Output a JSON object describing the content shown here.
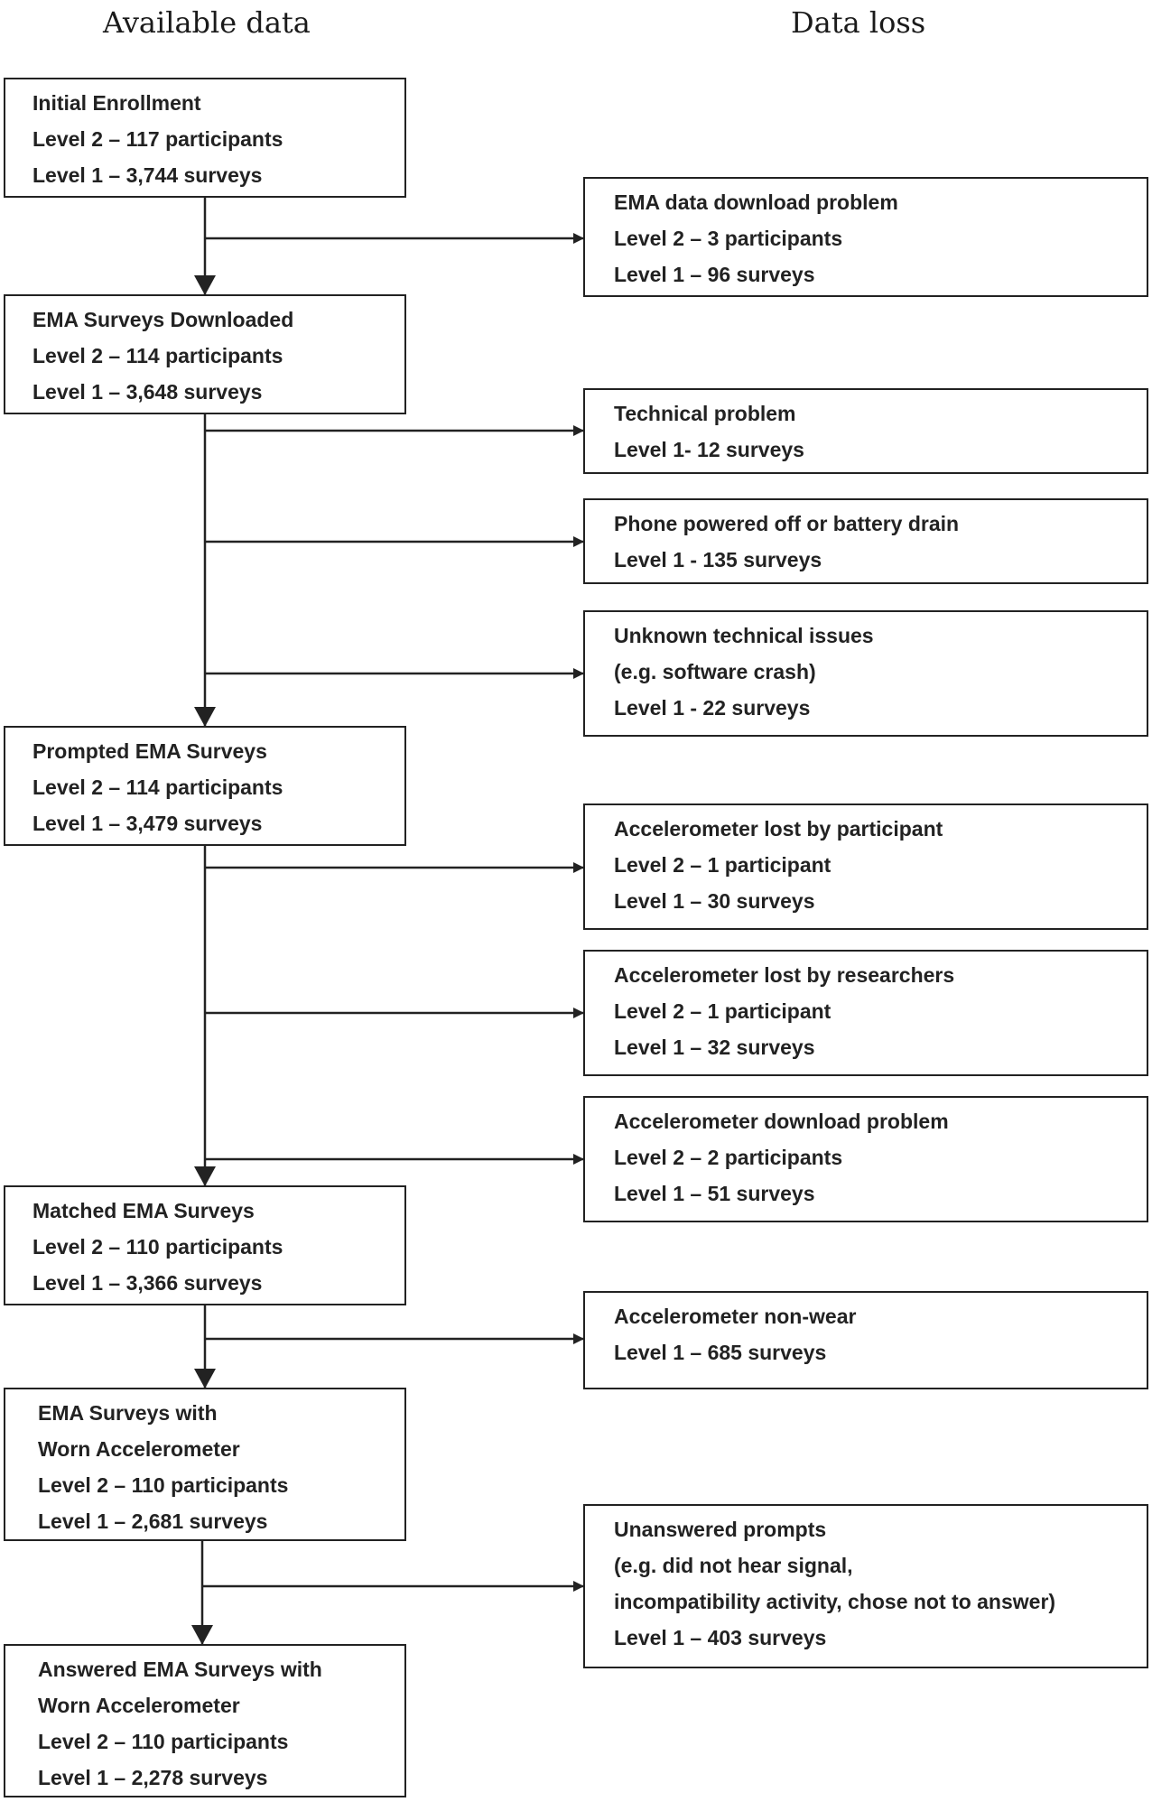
{
  "headers": {
    "available": "Available data",
    "loss": "Data loss"
  },
  "available_boxes": [
    {
      "lines": [
        "Initial Enrollment",
        "Level 2 – 117 participants",
        "Level 1 – 3,744 surveys"
      ]
    },
    {
      "lines": [
        "EMA Surveys Downloaded",
        "Level 2 – 114 participants",
        "Level 1 – 3,648 surveys"
      ]
    },
    {
      "lines": [
        "Prompted EMA Surveys",
        "Level 2 – 114 participants",
        "Level 1 – 3,479 surveys"
      ]
    },
    {
      "lines": [
        "Matched EMA Surveys",
        "Level 2 – 110 participants",
        "Level 1 – 3,366 surveys"
      ]
    },
    {
      "lines": [
        "EMA Surveys with",
        "Worn Accelerometer",
        "Level 2 – 110 participants",
        "Level 1 – 2,681 surveys"
      ]
    },
    {
      "lines": [
        "Answered EMA Surveys with",
        "Worn Accelerometer",
        "Level 2 – 110 participants",
        "Level 1 – 2,278 surveys"
      ]
    }
  ],
  "loss_boxes": [
    {
      "lines": [
        "EMA data download problem",
        "Level 2 – 3 participants",
        "Level 1 – 96 surveys"
      ]
    },
    {
      "lines": [
        "Technical problem",
        "Level 1- 12 surveys"
      ]
    },
    {
      "lines": [
        "Phone powered off or battery drain",
        "Level 1 - 135 surveys"
      ]
    },
    {
      "lines": [
        "Unknown technical issues",
        "(e.g. software crash)",
        "Level 1 - 22 surveys"
      ]
    },
    {
      "lines": [
        "Accelerometer lost by participant",
        "Level 2 – 1 participant",
        "Level 1 – 30 surveys"
      ]
    },
    {
      "lines": [
        "Accelerometer lost by researchers",
        "Level 2 – 1 participant",
        "Level 1 – 32 surveys"
      ]
    },
    {
      "lines": [
        "Accelerometer download problem",
        "Level 2 – 2 participants",
        "Level 1 – 51 surveys"
      ]
    },
    {
      "lines": [
        "Accelerometer non-wear",
        "Level 1 – 685 surveys"
      ]
    },
    {
      "lines": [
        "Unanswered prompts",
        "(e.g. did not hear signal,",
        "incompatibility activity, chose not to answer)",
        "Level 1 – 403 surveys"
      ]
    }
  ]
}
